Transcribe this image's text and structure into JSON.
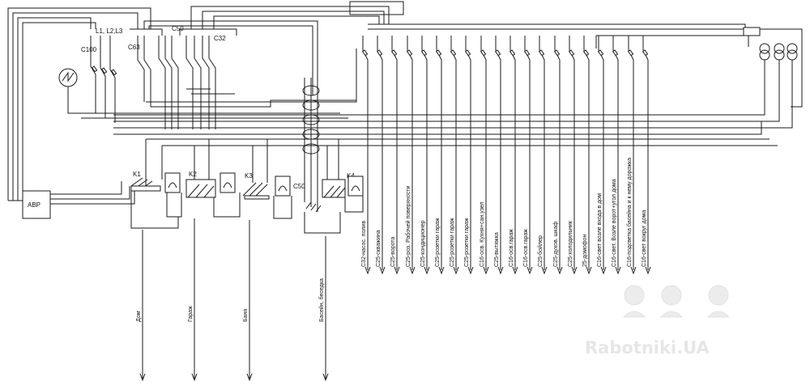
{
  "labels": {
    "phases": "L1, L2,L3",
    "main_breaker": "C100",
    "c63": "C63",
    "c50_top": "C50",
    "c32_top": "C32",
    "k1": "K1",
    "k2": "K2",
    "k3": "K3",
    "c50_low": "C50",
    "k4": "K4",
    "avr": "АВР"
  },
  "feeders": [
    "Дом",
    "Гараж",
    "Баня",
    "Басейн, беседка"
  ],
  "circuits": [
    "С32-насос. полив",
    "С25-скважина",
    "С25-ворота",
    "С25-роз. Рабочей поверхности",
    "С25-кондиционер",
    "С25-розетки гараж",
    "С25-розетки гараж",
    "С25-розетки гараж",
    "С16-осв. Кухня+сан.узел",
    "С25-вытяжка",
    "С16-осв.гараж",
    "С16-осв.гараж",
    "С25-бойлер",
    "С25-духов. шкаф",
    "С25-холодильник",
    "25-домофон",
    "С16-свет возле входа в дом",
    "С16-свет. Возле ворот+угол дома",
    "С16-подсветка басейна и к нему дорожка",
    "С16-свет вокруг дома"
  ],
  "watermark": "Rabotniki.UA",
  "colors": {
    "line": "#1a1a1a",
    "watermark": "#e6e6e6"
  }
}
